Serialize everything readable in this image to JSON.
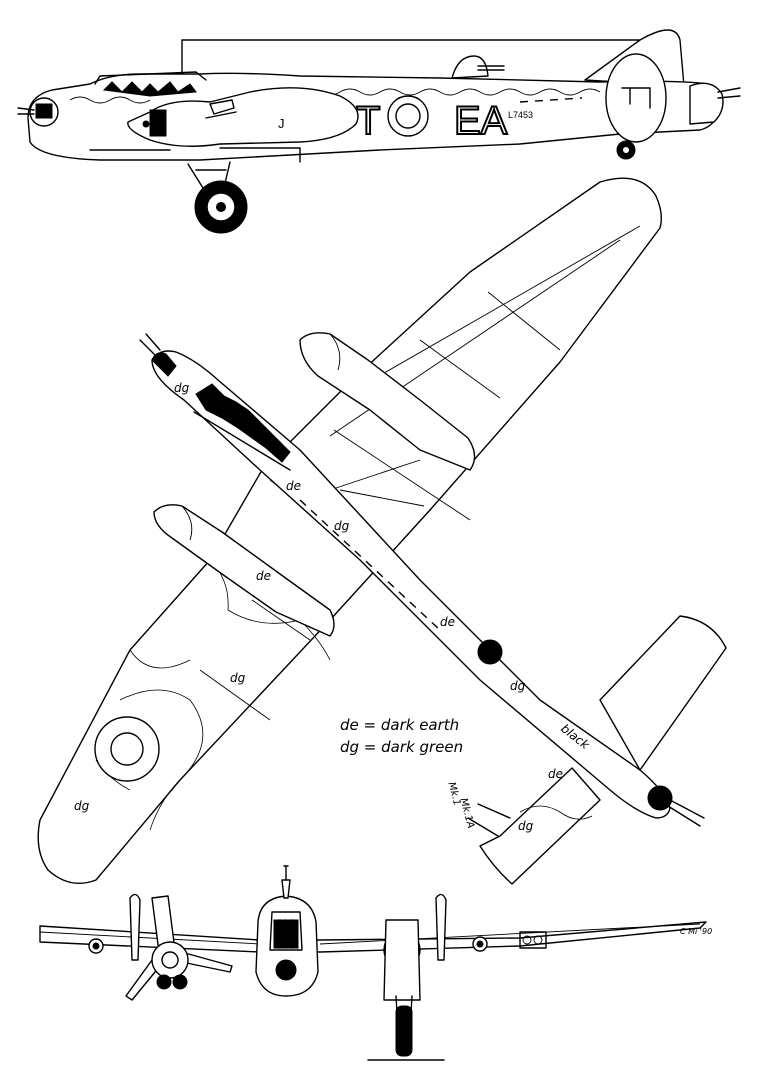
{
  "side_view": {
    "code_letters_left": "T",
    "code_letters_right": "EA",
    "serial": "L7453",
    "fin_letter": "J"
  },
  "plan_view": {
    "labels": {
      "dg_nose": "dg",
      "de_spine": "de",
      "dg_spine": "dg",
      "de_wing": "de",
      "dg_wing": "dg",
      "dg_wingtip": "dg",
      "de_fuselage": "de",
      "dg_fuselage": "dg",
      "black_tail": "black",
      "de_tailplane": "de",
      "dg_tailplane": "dg"
    },
    "variants": [
      "Mk.1",
      "Mk.1A"
    ]
  },
  "legend": {
    "line1": "de = dark earth",
    "line2": "dg = dark green"
  },
  "signature": "C Mi '90"
}
